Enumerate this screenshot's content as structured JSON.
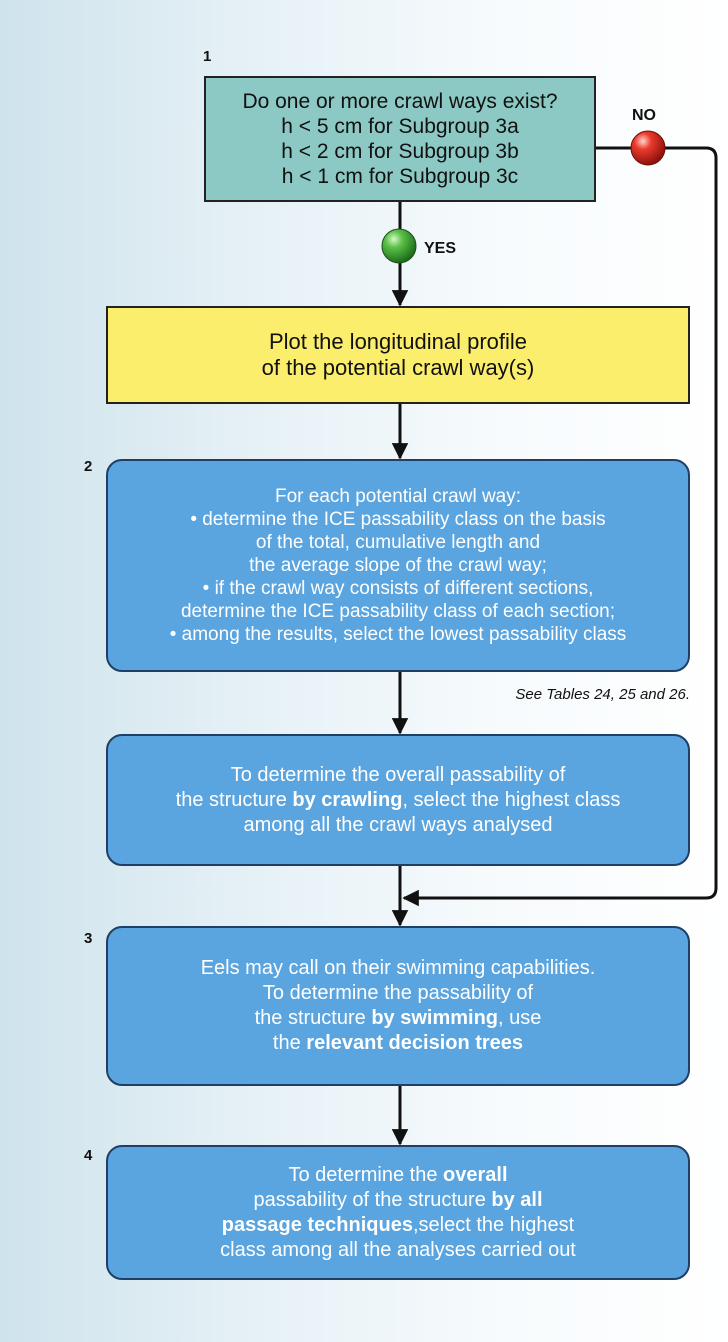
{
  "colors": {
    "question_box": "#8cc9c4",
    "profile_box": "#fbee6d",
    "step_box": "#5aa4df",
    "yes_dot": "#3aa635",
    "no_dot": "#d8261e",
    "connector": "#111111"
  },
  "steps": {
    "step1_number": "1",
    "step2_number": "2",
    "step3_number": "3",
    "step4_number": "4"
  },
  "question": {
    "line1": "Do one or more crawl ways exist?",
    "line2": "h < 5 cm for Subgroup 3a",
    "line3": "h < 2 cm for Subgroup 3b",
    "line4": "h < 1 cm for Subgroup 3c"
  },
  "branches": {
    "yes_label": "YES",
    "no_label": "NO",
    "yes_icon": "green-dot-icon",
    "no_icon": "red-dot-icon"
  },
  "profile": {
    "line1": "Plot the longitudinal profile",
    "line2": "of the potential crawl way(s)"
  },
  "crawl_class": {
    "line1": "For each potential crawl way:",
    "line2": "• determine the ICE passability class on the basis",
    "line3": "of the total, cumulative length and",
    "line4": "the average slope of the crawl way;",
    "line5": "• if the crawl way consists of different sections,",
    "line6": "determine the ICE passability class of each section;",
    "line7": "• among the results, select the lowest passability class"
  },
  "note": "See Tables 24, 25 and 26.",
  "crawling": {
    "line1": "To determine the overall passability of",
    "line2_a": "the structure ",
    "line2_b": "by crawling",
    "line2_c": ", select the highest class",
    "line3": "among all the crawl ways analysed"
  },
  "swimming": {
    "line1": "Eels may call on their swimming capabilities.",
    "line2": "To determine the passability of",
    "line3_a": "the structure ",
    "line3_b": "by swimming",
    "line3_c": ", use",
    "line4_a": "the ",
    "line4_b": "relevant decision trees"
  },
  "overall": {
    "line1_a": "To determine the ",
    "line1_b": "overall",
    "line2_a": "passability of the structure ",
    "line2_b": "by all",
    "line3_a": "passage techniques",
    "line3_b": ",select the highest",
    "line4": "class among all the analyses carried out"
  }
}
